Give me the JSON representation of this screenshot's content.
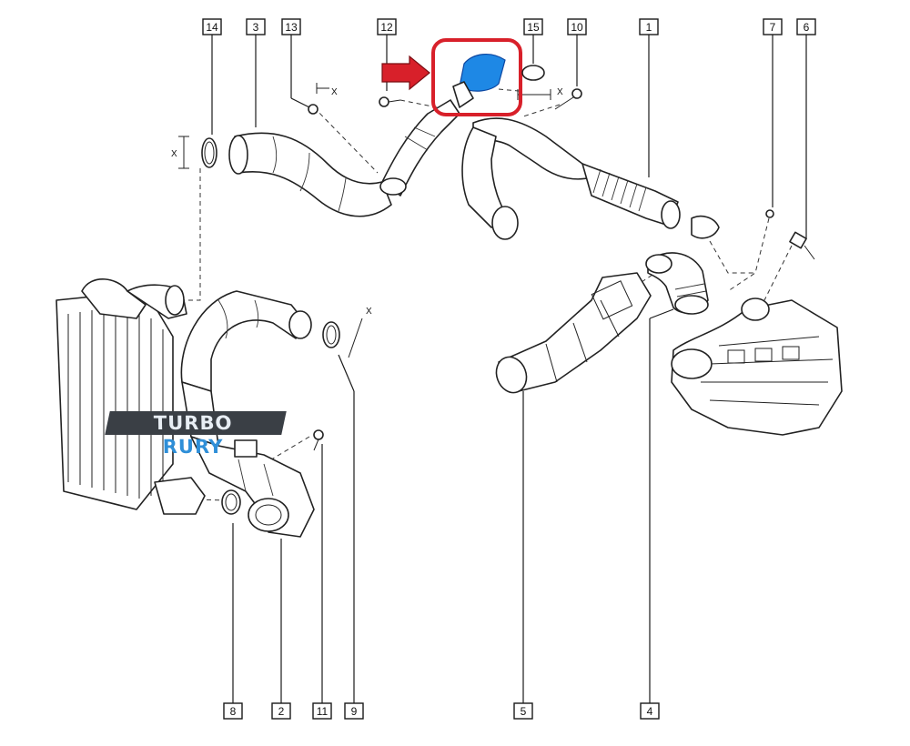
{
  "diagram": {
    "brand": {
      "part1": "TURBO",
      "part2": "RURY"
    },
    "highlight_color": "#d8202a",
    "highlight_part_color": "#1e88e5",
    "arrow_color": "#d8202a",
    "callouts": [
      {
        "id": "c14",
        "label": "14"
      },
      {
        "id": "c3",
        "label": "3"
      },
      {
        "id": "c13",
        "label": "13"
      },
      {
        "id": "c12",
        "label": "12"
      },
      {
        "id": "c15",
        "label": "15"
      },
      {
        "id": "c10",
        "label": "10"
      },
      {
        "id": "c1",
        "label": "1"
      },
      {
        "id": "c7",
        "label": "7"
      },
      {
        "id": "c6",
        "label": "6"
      },
      {
        "id": "c8",
        "label": "8"
      },
      {
        "id": "c2",
        "label": "2"
      },
      {
        "id": "c11",
        "label": "11"
      },
      {
        "id": "c9",
        "label": "9"
      },
      {
        "id": "c5",
        "label": "5"
      },
      {
        "id": "c4",
        "label": "4"
      }
    ],
    "dimension_mark": "X"
  }
}
